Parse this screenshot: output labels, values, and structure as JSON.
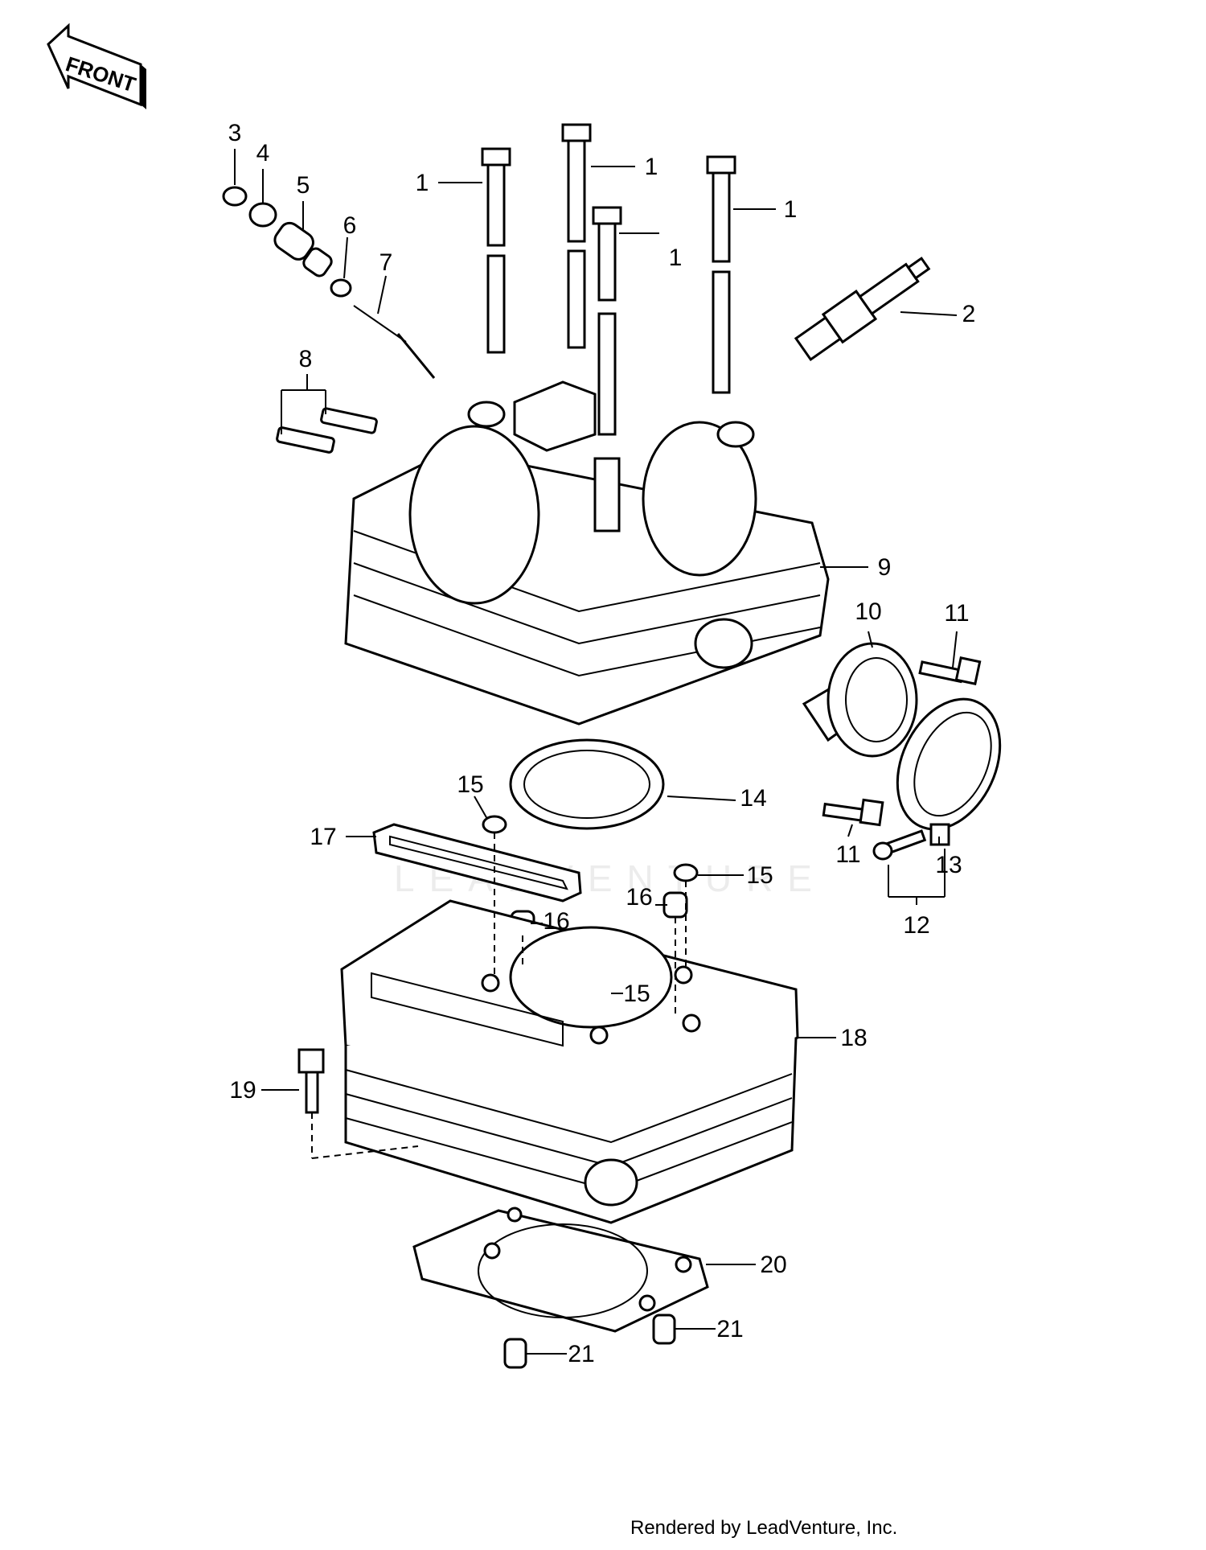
{
  "front_label": "FRONT",
  "watermark": "LEADVENTURE",
  "footer": "Rendered by LeadVenture, Inc.",
  "callouts": {
    "c1a": "1",
    "c1b": "1",
    "c1c": "1",
    "c1d": "1",
    "c2": "2",
    "c3": "3",
    "c4": "4",
    "c5": "5",
    "c6": "6",
    "c7": "7",
    "c8": "8",
    "c9": "9",
    "c10": "10",
    "c11a": "11",
    "c11b": "11",
    "c12": "12",
    "c13": "13",
    "c14": "14",
    "c15a": "15",
    "c15b": "15",
    "c15c": "15",
    "c16a": "16",
    "c16b": "16",
    "c17": "17",
    "c18": "18",
    "c19": "19",
    "c20": "20",
    "c21a": "21",
    "c21b": "21"
  }
}
